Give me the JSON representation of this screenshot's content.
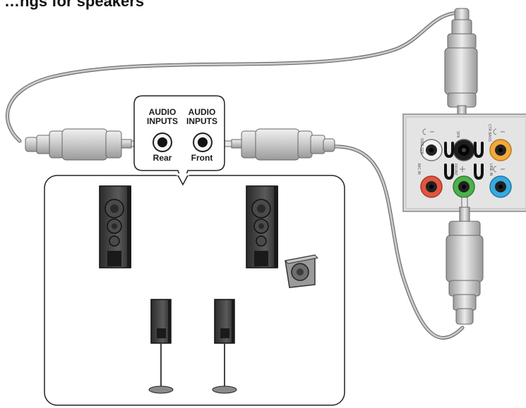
{
  "title": "…ngs for speakers",
  "input_panel": {
    "rear": {
      "line1": "AUDIO",
      "line2": "INPUTS",
      "position": "Rear"
    },
    "front": {
      "line1": "AUDIO",
      "line2": "INPUTS",
      "position": "Front"
    }
  },
  "io_panel": {
    "jacks": [
      {
        "color": "#f2f2f2",
        "label": "SIDE SPK",
        "role": "side-speaker"
      },
      {
        "color": "#1e1e1e",
        "label": "SPK",
        "role": "rear-speaker"
      },
      {
        "color": "#f3a93a",
        "label": "CTR BASS",
        "role": "center-bass"
      },
      {
        "color": "#e2553f",
        "label": "MIC IN",
        "role": "mic-in"
      },
      {
        "color": "#4db14b",
        "label": "FRONT",
        "role": "front-out"
      },
      {
        "color": "#38a9df",
        "label": "LINE IN",
        "role": "line-in"
      }
    ]
  },
  "colors": {
    "cable": "#8c8c8c",
    "plug": "#d6d6d6",
    "panel": "#d9d9d9",
    "speaker": "#3a3a3a"
  },
  "icons": [
    "audio-plug-icon",
    "speaker-icon",
    "subwoofer-icon",
    "satellite-speaker-icon",
    "jack-symbol-icon"
  ]
}
